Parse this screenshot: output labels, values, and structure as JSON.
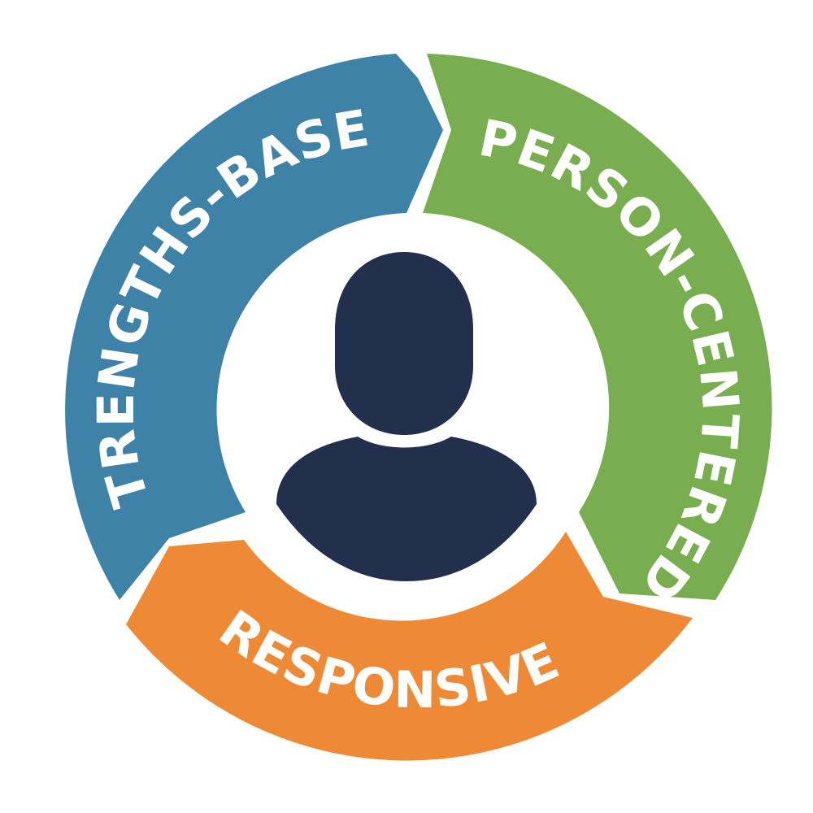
{
  "diagram": {
    "segments": [
      {
        "id": "strengths",
        "label": "STRENGTHS-BASED",
        "color": "#3F82A8"
      },
      {
        "id": "person",
        "label": "PERSON-CENTERED",
        "color": "#78AE50"
      },
      {
        "id": "responsive",
        "label": "RESPONSIVE",
        "color": "#EE8A35"
      }
    ],
    "center_icon": {
      "name": "person-icon",
      "color": "#22304D"
    }
  }
}
